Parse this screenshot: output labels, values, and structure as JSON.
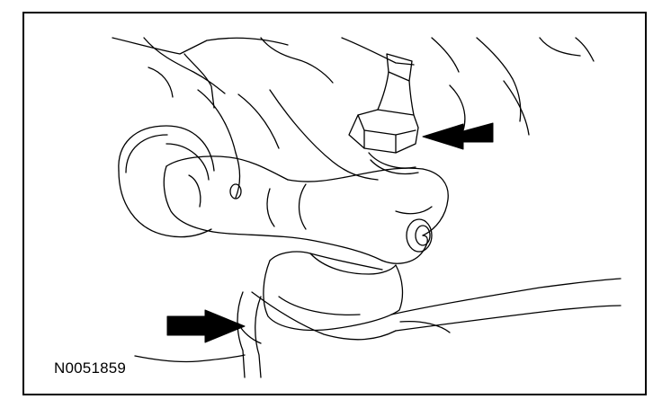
{
  "figure": {
    "id_label": "N0051859"
  },
  "callouts": [
    {
      "name": "upper-arrow",
      "points_to": "ball-joint-nut"
    },
    {
      "name": "lower-arrow",
      "points_to": "ball-joint-boot"
    }
  ],
  "colors": {
    "ink": "#000000",
    "paper": "#ffffff"
  }
}
